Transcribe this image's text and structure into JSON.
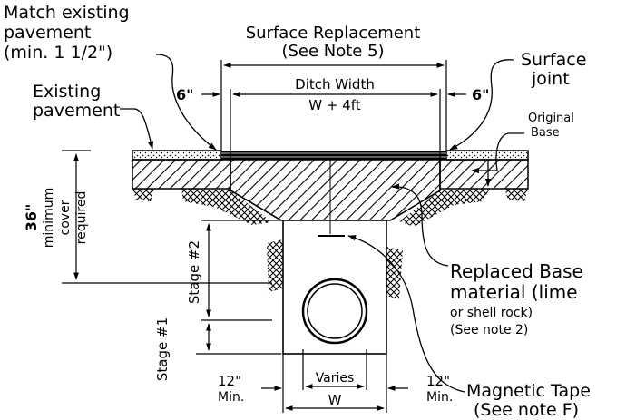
{
  "labels": {
    "match_existing_1": "Match existing",
    "match_existing_2": "pavement",
    "match_existing_3": "(min. 1 1/2\")",
    "surface_replacement_1": "Surface Replacement",
    "surface_replacement_2": "(See Note 5)",
    "surface_joint_1": "Surface",
    "surface_joint_2": "joint",
    "existing_pavement_1": "Existing",
    "existing_pavement_2": "pavement",
    "six_inch_left": "6\"",
    "six_inch_right": "6\"",
    "ditch_width": "Ditch Width",
    "ditch_formula": "W + 4ft",
    "original_base_1": "Original",
    "original_base_2": "Base",
    "cover_1": "36\"",
    "cover_2": "minimum",
    "cover_3": "cover",
    "cover_4": "required",
    "stage2": "Stage #2",
    "stage1": "Stage #1",
    "replaced_base_1": "Replaced Base",
    "replaced_base_2": "material (lime",
    "replaced_base_3": "or shell rock)",
    "replaced_base_4": "(See note 2)",
    "twelve_left_1": "12\"",
    "twelve_left_2": "Min.",
    "twelve_right_1": "12\"",
    "twelve_right_2": "Min.",
    "varies": "Varies",
    "w": "W",
    "magnetic_tape_1": "Magnetic Tape",
    "magnetic_tape_2": "(See note F)"
  }
}
